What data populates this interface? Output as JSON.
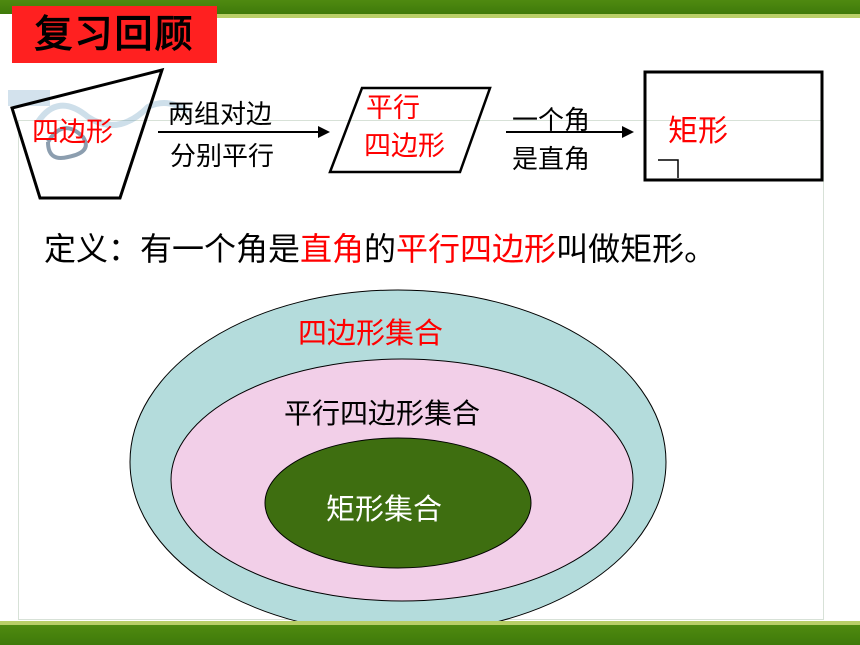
{
  "header": {
    "title": "复习回顾"
  },
  "flow": {
    "quadrilateral": "四边形",
    "arrow1_line1": "两组对边",
    "arrow1_line2": "分别平行",
    "parallelogram_line1": "平行",
    "parallelogram_line2": "四边形",
    "arrow2_line1": "一个角",
    "arrow2_line2": "是直角",
    "rectangle": "矩形"
  },
  "definition": {
    "prefix": "定义：有一个角是",
    "highlight1": "直角",
    "middle": "的",
    "highlight2": "平行四边形",
    "suffix": "叫做矩形。"
  },
  "venn": {
    "outer": "四边形集合",
    "middle": "平行四边形集合",
    "inner": "矩形集合"
  },
  "colors": {
    "accent_red": "#ff0000",
    "title_bg": "#ff2020",
    "bar_green": "#4f8a10",
    "outer_fill": "#b4dcdc",
    "middle_fill": "#f2cfe8",
    "inner_fill": "#3e6e10"
  }
}
